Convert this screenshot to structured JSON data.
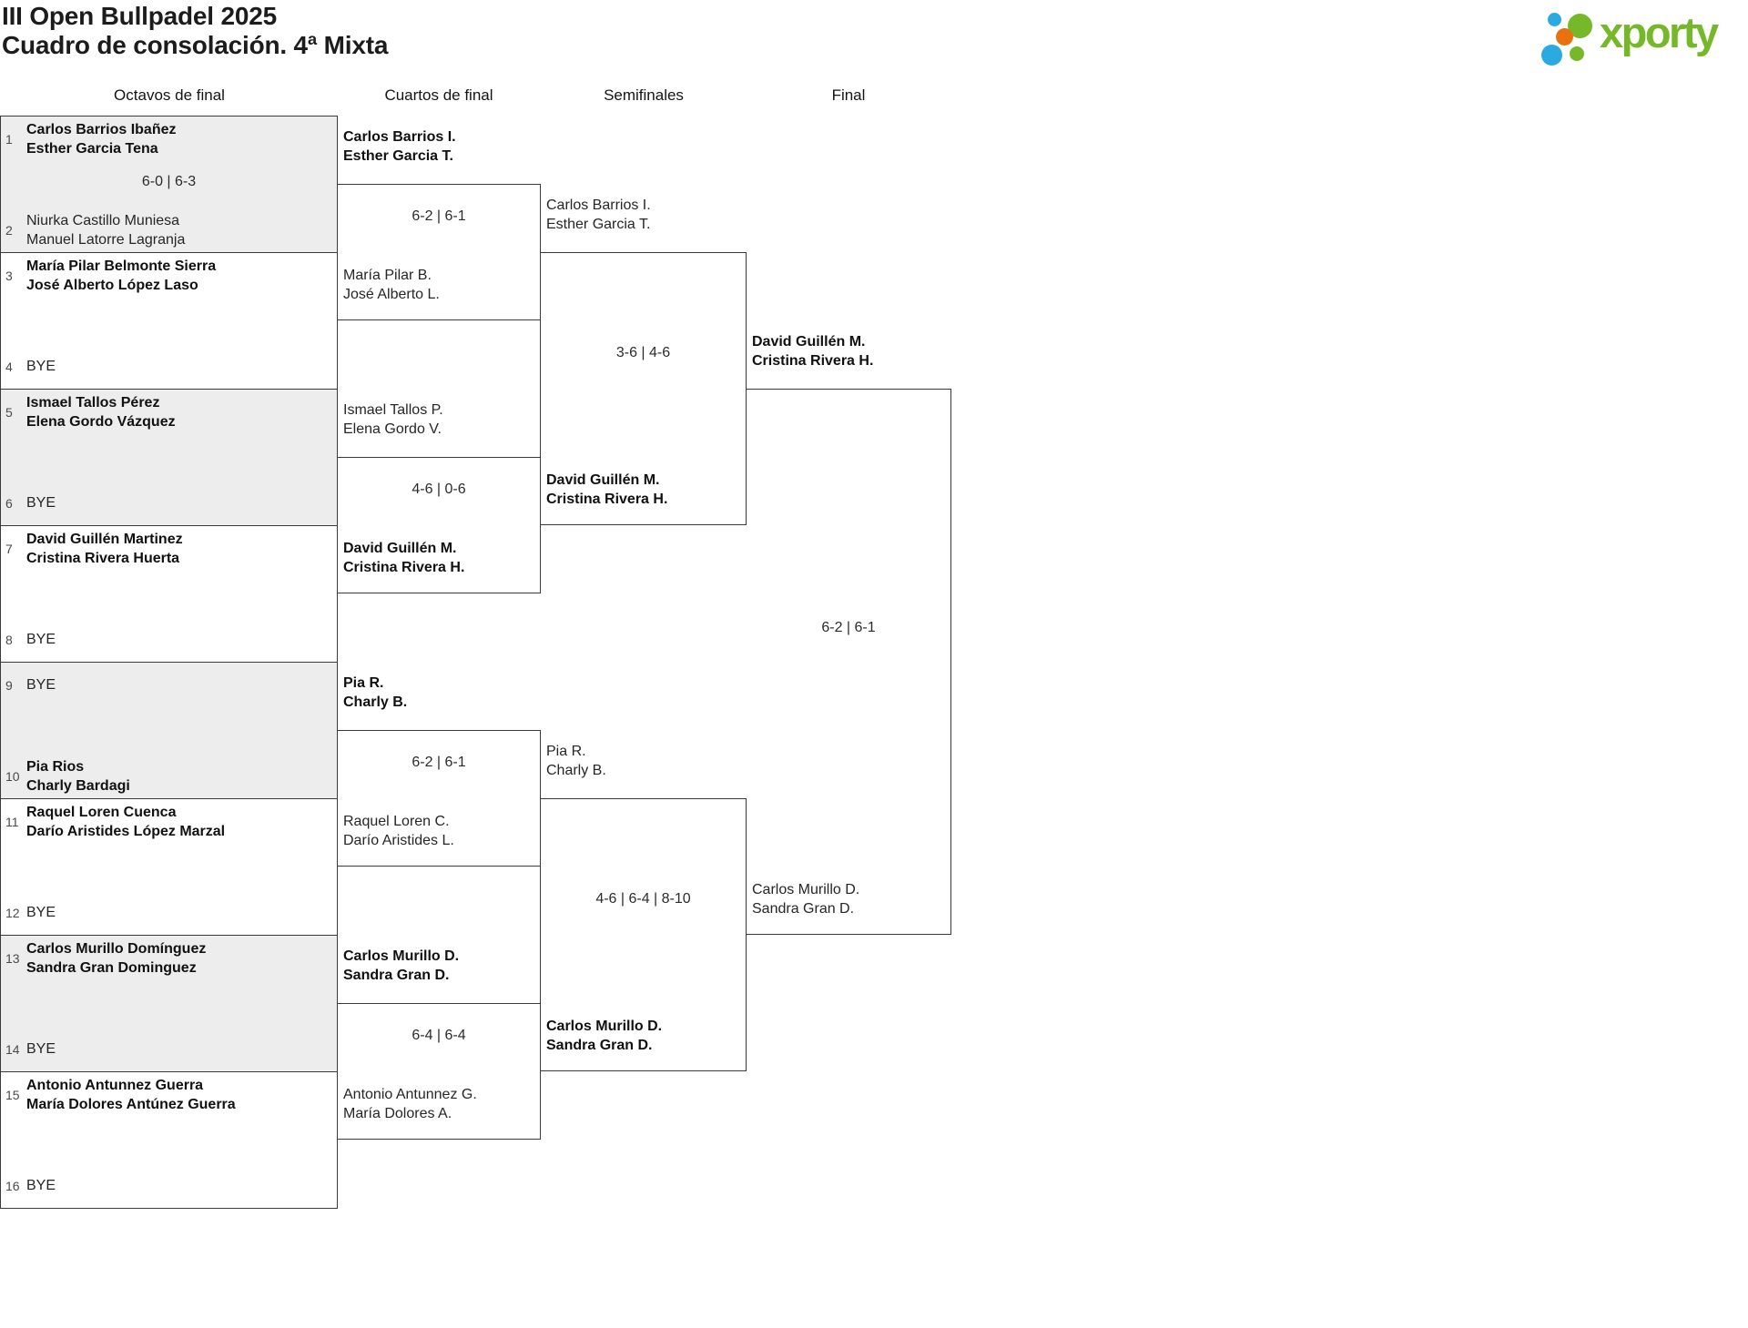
{
  "header": {
    "title": "III Open Bullpadel 2025",
    "subtitle": "Cuadro de consolación. 4ª Mixta",
    "logo_text": "xporty"
  },
  "rounds": [
    "Octavos de final",
    "Cuartos de final",
    "Semifinales",
    "Final"
  ],
  "colors": {
    "logo_green": "#76b82a",
    "logo_blue": "#2ba9e1",
    "logo_orange": "#e8720f",
    "box_shaded": "#ededed",
    "border": "#3a3a3a"
  },
  "r16": [
    {
      "shaded": true,
      "score": "6-0 | 6-3",
      "top": {
        "seed": "1",
        "lines": [
          "Carlos Barrios Ibañez",
          "Esther Garcia Tena"
        ],
        "winner": true
      },
      "bottom": {
        "seed": "2",
        "lines": [
          "Niurka Castillo Muniesa",
          "Manuel Latorre Lagranja"
        ],
        "winner": false
      }
    },
    {
      "shaded": false,
      "score": "",
      "top": {
        "seed": "3",
        "lines": [
          "María Pilar Belmonte Sierra",
          "José Alberto López Laso"
        ],
        "winner": true
      },
      "bottom": {
        "seed": "4",
        "lines": [
          "BYE"
        ],
        "winner": false
      }
    },
    {
      "shaded": true,
      "score": "",
      "top": {
        "seed": "5",
        "lines": [
          "Ismael Tallos Pérez",
          "Elena Gordo Vázquez"
        ],
        "winner": true
      },
      "bottom": {
        "seed": "6",
        "lines": [
          "BYE"
        ],
        "winner": false
      }
    },
    {
      "shaded": false,
      "score": "",
      "top": {
        "seed": "7",
        "lines": [
          "David Guillén Martinez",
          "Cristina Rivera Huerta"
        ],
        "winner": true
      },
      "bottom": {
        "seed": "8",
        "lines": [
          "BYE"
        ],
        "winner": false
      }
    },
    {
      "shaded": true,
      "score": "",
      "top": {
        "seed": "9",
        "lines": [
          "BYE"
        ],
        "winner": false
      },
      "bottom": {
        "seed": "10",
        "lines": [
          "Pia Rios",
          "Charly Bardagi"
        ],
        "winner": true
      }
    },
    {
      "shaded": false,
      "score": "",
      "top": {
        "seed": "11",
        "lines": [
          "Raquel Loren Cuenca",
          "Darío Aristides López Marzal"
        ],
        "winner": true
      },
      "bottom": {
        "seed": "12",
        "lines": [
          "BYE"
        ],
        "winner": false
      }
    },
    {
      "shaded": true,
      "score": "",
      "top": {
        "seed": "13",
        "lines": [
          "Carlos Murillo Domínguez",
          "Sandra Gran Dominguez"
        ],
        "winner": true
      },
      "bottom": {
        "seed": "14",
        "lines": [
          "BYE"
        ],
        "winner": false
      }
    },
    {
      "shaded": false,
      "score": "",
      "top": {
        "seed": "15",
        "lines": [
          "Antonio Antunnez Guerra",
          "María Dolores Antúnez Guerra"
        ],
        "winner": true
      },
      "bottom": {
        "seed": "16",
        "lines": [
          "BYE"
        ],
        "winner": false
      }
    }
  ],
  "quarterfinals": [
    {
      "score": "6-2 | 6-1",
      "top": {
        "lines": [
          "Carlos Barrios I.",
          "Esther Garcia T."
        ],
        "winner": true
      },
      "bottom": {
        "lines": [
          "María Pilar B.",
          "José Alberto L."
        ],
        "winner": false
      }
    },
    {
      "score": "4-6 | 0-6",
      "top": {
        "lines": [
          "Ismael Tallos P.",
          "Elena Gordo V."
        ],
        "winner": false
      },
      "bottom": {
        "lines": [
          "David Guillén M.",
          "Cristina Rivera H."
        ],
        "winner": true
      }
    },
    {
      "score": "6-2 | 6-1",
      "top": {
        "lines": [
          "Pia R.",
          "Charly B."
        ],
        "winner": true
      },
      "bottom": {
        "lines": [
          "Raquel Loren C.",
          "Darío Aristides L."
        ],
        "winner": false
      }
    },
    {
      "score": "6-4 | 6-4",
      "top": {
        "lines": [
          "Carlos Murillo D.",
          "Sandra Gran D."
        ],
        "winner": true
      },
      "bottom": {
        "lines": [
          "Antonio Antunnez G.",
          "María Dolores A."
        ],
        "winner": false
      }
    }
  ],
  "semifinals": [
    {
      "score": "3-6 | 4-6",
      "top": {
        "lines": [
          "Carlos Barrios I.",
          "Esther Garcia T."
        ],
        "winner": false
      },
      "bottom": {
        "lines": [
          "David Guillén M.",
          "Cristina Rivera H."
        ],
        "winner": true
      }
    },
    {
      "score": "4-6 | 6-4 | 8-10",
      "top": {
        "lines": [
          "Pia R.",
          "Charly B."
        ],
        "winner": false
      },
      "bottom": {
        "lines": [
          "Carlos Murillo D.",
          "Sandra Gran D."
        ],
        "winner": true
      }
    }
  ],
  "final": [
    {
      "score": "6-2 | 6-1",
      "top": {
        "lines": [
          "David Guillén M.",
          "Cristina Rivera H."
        ],
        "winner": true
      },
      "bottom": {
        "lines": [
          "Carlos Murillo D.",
          "Sandra Gran D."
        ],
        "winner": false
      }
    }
  ]
}
